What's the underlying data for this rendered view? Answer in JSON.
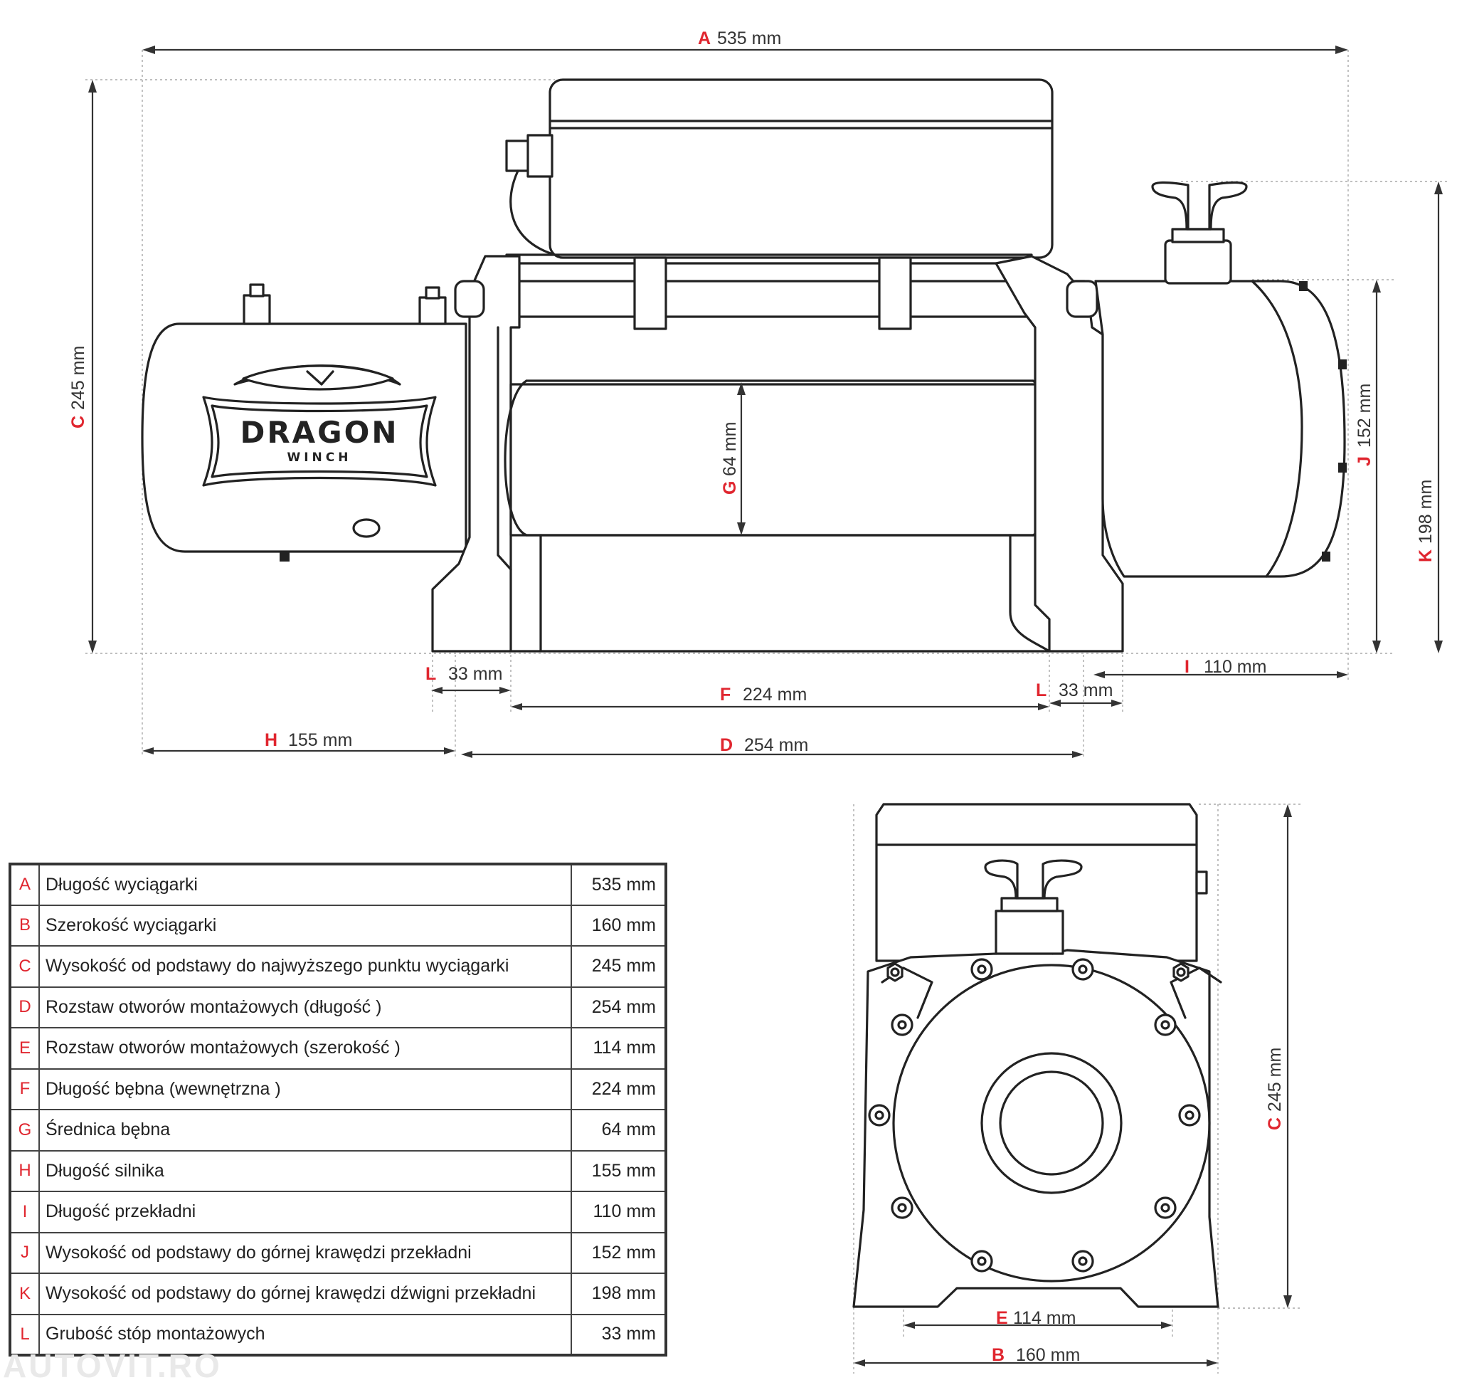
{
  "logo": {
    "brand": "DRAGON",
    "sub": "WINCH"
  },
  "dimensions": {
    "A": {
      "letter": "A",
      "value": "535 mm"
    },
    "C": {
      "letter": "C",
      "value": "245 mm"
    },
    "G": {
      "letter": "G",
      "value": "64 mm"
    },
    "J": {
      "letter": "J",
      "value": "152 mm"
    },
    "K": {
      "letter": "K",
      "value": "198 mm"
    },
    "L_left": {
      "letter": "L",
      "value": "33 mm"
    },
    "L_right": {
      "letter": "L",
      "value": "33 mm"
    },
    "I": {
      "letter": "I",
      "value": "110 mm"
    },
    "F": {
      "letter": "F",
      "value": "224 mm"
    },
    "H": {
      "letter": "H",
      "value": "155 mm"
    },
    "D": {
      "letter": "D",
      "value": "254 mm"
    },
    "C_front": {
      "letter": "C",
      "value": "245 mm"
    },
    "E": {
      "letter": "E",
      "value": "114 mm"
    },
    "B": {
      "letter": "B",
      "value": "160 mm"
    }
  },
  "table": {
    "rows": [
      {
        "letter": "A",
        "label": "Długość wyciągarki",
        "value": "535 mm"
      },
      {
        "letter": "B",
        "label": "Szerokość wyciągarki",
        "value": "160 mm"
      },
      {
        "letter": "C",
        "label": "Wysokość od podstawy do najwyższego punktu wyciągarki",
        "value": "245 mm"
      },
      {
        "letter": "D",
        "label": "Rozstaw otworów montażowych  (długość )",
        "value": "254 mm"
      },
      {
        "letter": "E",
        "label": "Rozstaw otworów montażowych  (szerokość )",
        "value": "114 mm"
      },
      {
        "letter": "F",
        "label": "Długość bębna  (wewnętrzna )",
        "value": "224 mm"
      },
      {
        "letter": "G",
        "label": "Średnica bębna",
        "value": "64 mm"
      },
      {
        "letter": "H",
        "label": "Długość silnika",
        "value": "155 mm"
      },
      {
        "letter": "I",
        "label": "Długość przekładni",
        "value": "110 mm"
      },
      {
        "letter": "J",
        "label": "Wysokość od podstawy do górnej krawędzi przekładni",
        "value": "152 mm"
      },
      {
        "letter": "K",
        "label": "Wysokość od  podstawy do górnej krawędzi dźwigni przekładni",
        "value": "198 mm"
      },
      {
        "letter": "L",
        "label": "Grubość stóp montażowych",
        "value": "33 mm"
      }
    ]
  },
  "watermark": "AUTOVIT.RO"
}
